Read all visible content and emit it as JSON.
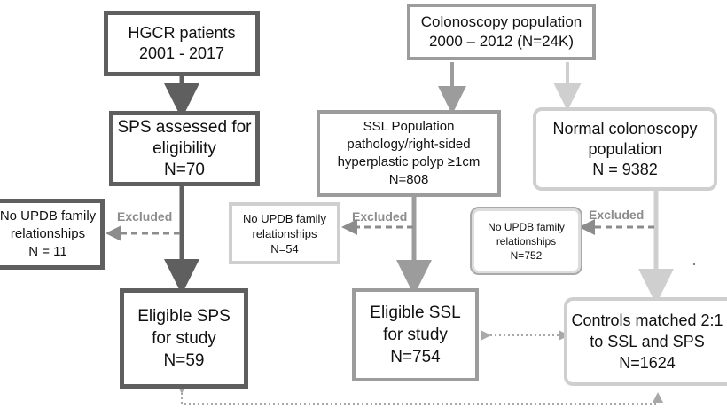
{
  "boxes": {
    "hgcr": {
      "lines": [
        "HGCR patients",
        "2001 - 2017"
      ]
    },
    "colonoscopy": {
      "lines": [
        "Colonoscopy population",
        "2000 – 2012  (N=24K)"
      ]
    },
    "sps_assessed": {
      "lines": [
        "SPS assessed for",
        "eligibility",
        "N=70"
      ]
    },
    "ssl_population": {
      "lines": [
        "SSL Population",
        "pathology/right-sided",
        "hyperplastic polyp   ≥1cm",
        "N=808"
      ]
    },
    "normal_colonoscopy": {
      "lines": [
        "Normal colonoscopy",
        "population",
        "N  = 9382"
      ]
    },
    "excluded_sps": {
      "lines": [
        "No UPDB family",
        "relationships",
        "N = 11"
      ]
    },
    "excluded_ssl": {
      "lines": [
        "No UPDB family",
        "relationships",
        "N=54"
      ]
    },
    "excluded_normal": {
      "lines": [
        "No UPDB family",
        "relationships",
        "N=752"
      ]
    },
    "eligible_sps": {
      "lines": [
        "Eligible SPS",
        "for study",
        "N=59"
      ]
    },
    "eligible_ssl": {
      "lines": [
        "Eligible SSL",
        "for study",
        "N=754"
      ]
    },
    "controls": {
      "lines": [
        "Controls matched 2:1",
        "to SSL and SPS",
        "N=1624"
      ]
    }
  },
  "excluded_labels": {
    "sps": "Excluded",
    "ssl": "Excluded",
    "normal": "Excluded"
  },
  "colors": {
    "dark": "#5f5f5f",
    "mid": "#9c9c9c",
    "light": "#cfcfcf",
    "excluded_text": "#8c8c8c",
    "dotted": "#a8a8a8"
  }
}
